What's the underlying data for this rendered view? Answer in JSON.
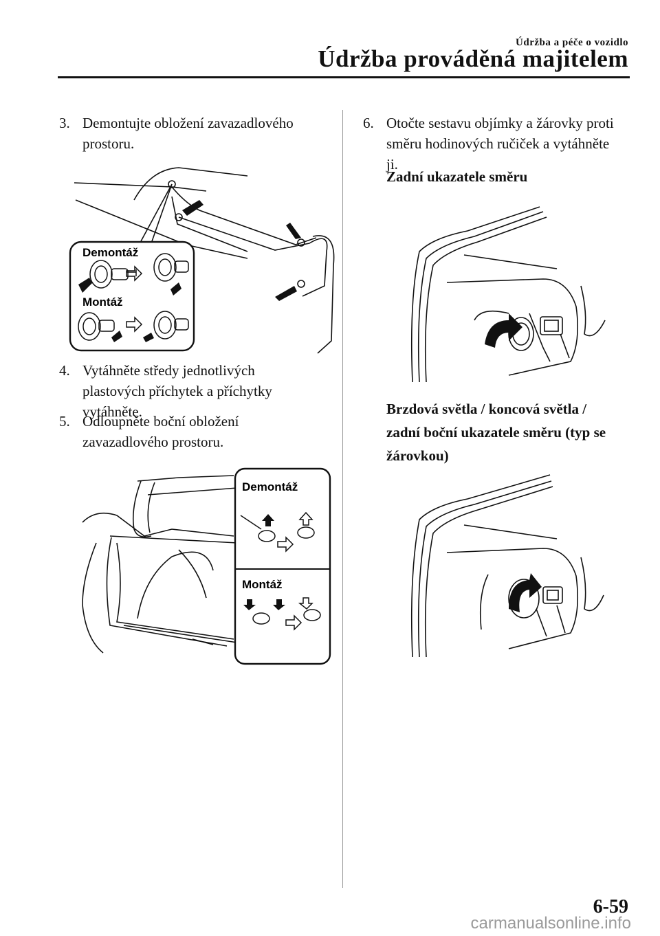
{
  "header": {
    "section": "Údržba a péče o vozidlo",
    "title": "Údržba prováděná majitelem"
  },
  "left": {
    "step3": {
      "num": "3.",
      "line1": "Demontujte obložení zavazadlového",
      "line2": "prostoru."
    },
    "fig1": {
      "removal": "Demontáž",
      "install": "Montáž"
    },
    "step4": {
      "num": "4.",
      "line1": "Vytáhněte středy jednotlivých",
      "line2": "plastových příchytek a příchytky",
      "line3": "vytáhněte."
    },
    "step5": {
      "num": "5.",
      "line1": "Odloupněte boční obložení",
      "line2": "zavazadlového prostoru."
    },
    "fig2": {
      "removal": "Demontáž",
      "install": "Montáž"
    }
  },
  "right": {
    "step6": {
      "num": "6.",
      "line1": "Otočte sestavu objímky a žárovky proti",
      "line2": "směru hodinových ručiček a vytáhněte",
      "line3": "ji."
    },
    "sub1": "Zadní ukazatele směru",
    "sub2": {
      "line1": "Brzdová světla / koncová světla /",
      "line2": "zadní boční ukazatele směru (typ se",
      "line3": "žárovkou)"
    }
  },
  "footer": {
    "page_number": "6-59",
    "watermark": "carmanualsonline.info"
  }
}
